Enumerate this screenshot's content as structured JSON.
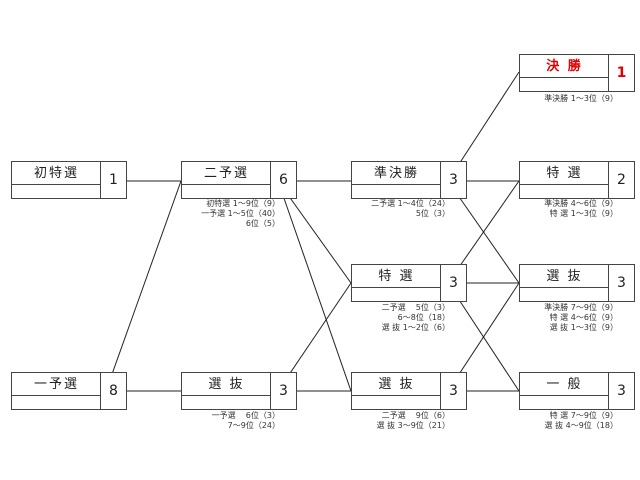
{
  "races": {
    "shotokusen": {
      "name": "初特選",
      "count": "1"
    },
    "ichiyosen": {
      "name": "一予選",
      "count": "8"
    },
    "niyosen": {
      "name": "二予選",
      "count": "6"
    },
    "senbatsu_mid": {
      "name": "選 抜",
      "count": "3"
    },
    "junkessho": {
      "name": "準決勝",
      "count": "3"
    },
    "tokusen_mid": {
      "name": "特 選",
      "count": "3"
    },
    "senbatsu_r": {
      "name": "選 抜",
      "count": "3"
    },
    "kessho": {
      "name": "決 勝",
      "count": "1"
    },
    "tokusen_final": {
      "name": "特 選",
      "count": "2"
    },
    "senbatsu_final": {
      "name": "選 抜",
      "count": "3"
    },
    "ippan": {
      "name": "一 般",
      "count": "3"
    }
  },
  "notes": {
    "niyosen": [
      "初特選 1～9位（9）",
      "一予選 1～5位（40）",
      "6位（5）"
    ],
    "senbatsu_mid": [
      "一予選    6位（3）",
      "7～9位（24）"
    ],
    "junkessho": [
      "二予選 1～4位（24）",
      "5位（3）"
    ],
    "tokusen_mid": [
      "二予選    5位（3）",
      "6～8位（18）",
      "選 抜 1～2位（6）"
    ],
    "senbatsu_r": [
      "二予選    9位（6）",
      "選 抜 3～9位（21）"
    ],
    "kessho": [
      "準決勝 1～3位（9）"
    ],
    "tokusen_final": [
      "準決勝 4～6位（9）",
      "特 選 1～3位（9）"
    ],
    "senbatsu_final": [
      "準決勝 7～9位（9）",
      "特 選 4～6位（9）",
      "選 抜 1～3位（9）"
    ],
    "ippan": [
      "特 選 7～9位（9）",
      "選 抜 4～9位（18）"
    ]
  },
  "colors": {
    "line": "#222222",
    "final_accent": "#e00000"
  }
}
